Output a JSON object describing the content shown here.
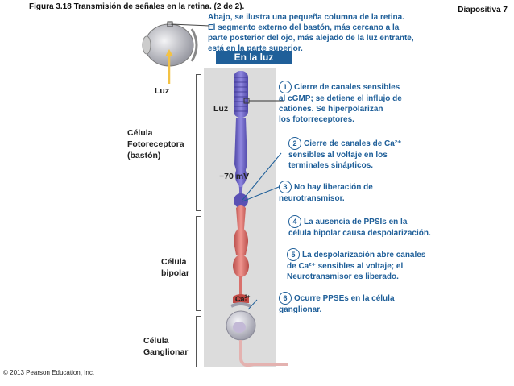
{
  "figure_title": "Figura 3.18  Transmisión de señales en la retina. (2 de 2).",
  "slide_label": "Diapositiva 7",
  "intro_lines": [
    "Abajo, se ilustra una pequeña columna de la retina.",
    "El segmento externo del bastón, más cercano a la",
    "parte  posterior del ojo, más alejado de la luz entrante,",
    "está en la parte superior."
  ],
  "condition_label": "En la luz",
  "labels": {
    "luz_eye": "Luz",
    "luz_cell": "Luz",
    "photoreceptor": [
      "Célula",
      "Fotoreceptora",
      "(bastón)"
    ],
    "bipolar": [
      "Célula",
      "bipolar"
    ],
    "ganglion": [
      "Célula",
      "Ganglionar"
    ],
    "voltage": "−70 mV",
    "calcium": "Ca",
    "calcium_sup": "2+"
  },
  "steps": [
    {
      "num": "1",
      "lines": [
        "Cierre de canales sensibles",
        "al cGMP; se detiene el influjo de",
        "cationes. Se hiperpolarizan",
        "los fotorreceptores."
      ]
    },
    {
      "num": "2",
      "lines": [
        "Cierre de canales  de Ca²⁺",
        "sensibles al voltaje en los",
        "terminales sinápticos."
      ]
    },
    {
      "num": "3",
      "lines": [
        "No hay liberación de",
        "neurotransmisor."
      ]
    },
    {
      "num": "4",
      "lines": [
        "La ausencia de PPSIs en la",
        "célula bipolar causa despolarización."
      ]
    },
    {
      "num": "5",
      "lines": [
        "La despolarización abre canales",
        "de Ca²⁺ sensibles al voltaje; el",
        "Neurotransmisor es liberado."
      ]
    },
    {
      "num": "6",
      "lines": [
        "Ocurre PPSEs en la célula",
        "ganglionar."
      ]
    }
  ],
  "copyright": "© 2013 Pearson Education, Inc.",
  "colors": {
    "accent_blue": "#1f5f99",
    "rod_purple": "#6f66c6",
    "bipolar_red": "#d9706c",
    "ganglion_gray": "#bcbcc6"
  }
}
